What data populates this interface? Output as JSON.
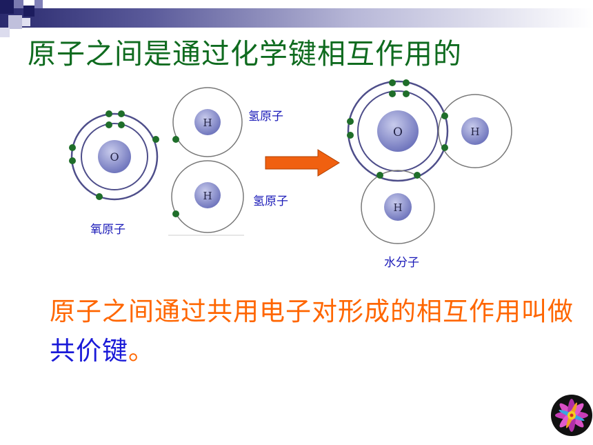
{
  "title": "原子之间是通过化学键相互作用的",
  "labels": {
    "hydrogen_atom_1": "氢原子",
    "hydrogen_atom_2": "氢原子",
    "oxygen_atom": "氧原子",
    "water_molecule": "水分子"
  },
  "nuclei": {
    "oxygen": "O",
    "hydrogen": "H"
  },
  "body": {
    "text_before": "原子之间通过共用电子对形成的相互作用叫做",
    "keyword": "共价键",
    "text_after": "。"
  },
  "colors": {
    "title": "#0f6b1f",
    "body": "#ff6600",
    "keyword": "#1a1ad8",
    "label": "#1a1ab8",
    "electron": "#1f6e2a",
    "arrow": "#f06010"
  }
}
